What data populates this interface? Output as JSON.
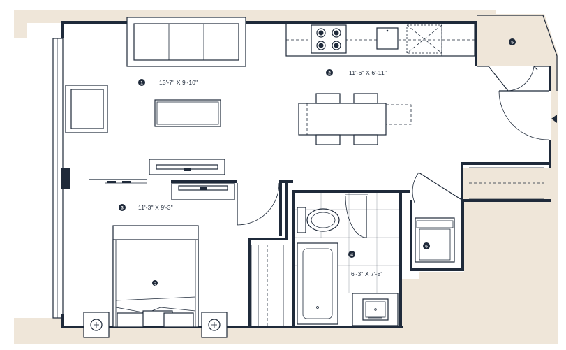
{
  "colors": {
    "wall": "#1f2a3a",
    "exterior": "#efe6d9",
    "floor": "#ffffff"
  },
  "rooms": [
    {
      "marker": "1",
      "dimension": "13'-7\" X 9'-10\""
    },
    {
      "marker": "2",
      "dimension": "11'-6\" X 6'-11\""
    },
    {
      "marker": "3",
      "dimension": "11'-3\" X 9'-3\""
    },
    {
      "marker": "4",
      "dimension": "6'-3\" X 7'-8\""
    },
    {
      "marker": "5",
      "dimension": ""
    },
    {
      "marker": "6",
      "dimension": ""
    }
  ],
  "bed_label": "Q",
  "icons": [
    "sofa-icon",
    "armchair-icon",
    "coffee-table-icon",
    "tv-stand-icon",
    "cooktop-icon",
    "sink-icon",
    "dining-table-icon",
    "chair-icon",
    "bed-icon",
    "nightstand-icon",
    "toilet-icon",
    "bathtub-icon",
    "vanity-icon",
    "washer-dryer-icon",
    "door-swing-icon",
    "entry-arrow-icon"
  ]
}
